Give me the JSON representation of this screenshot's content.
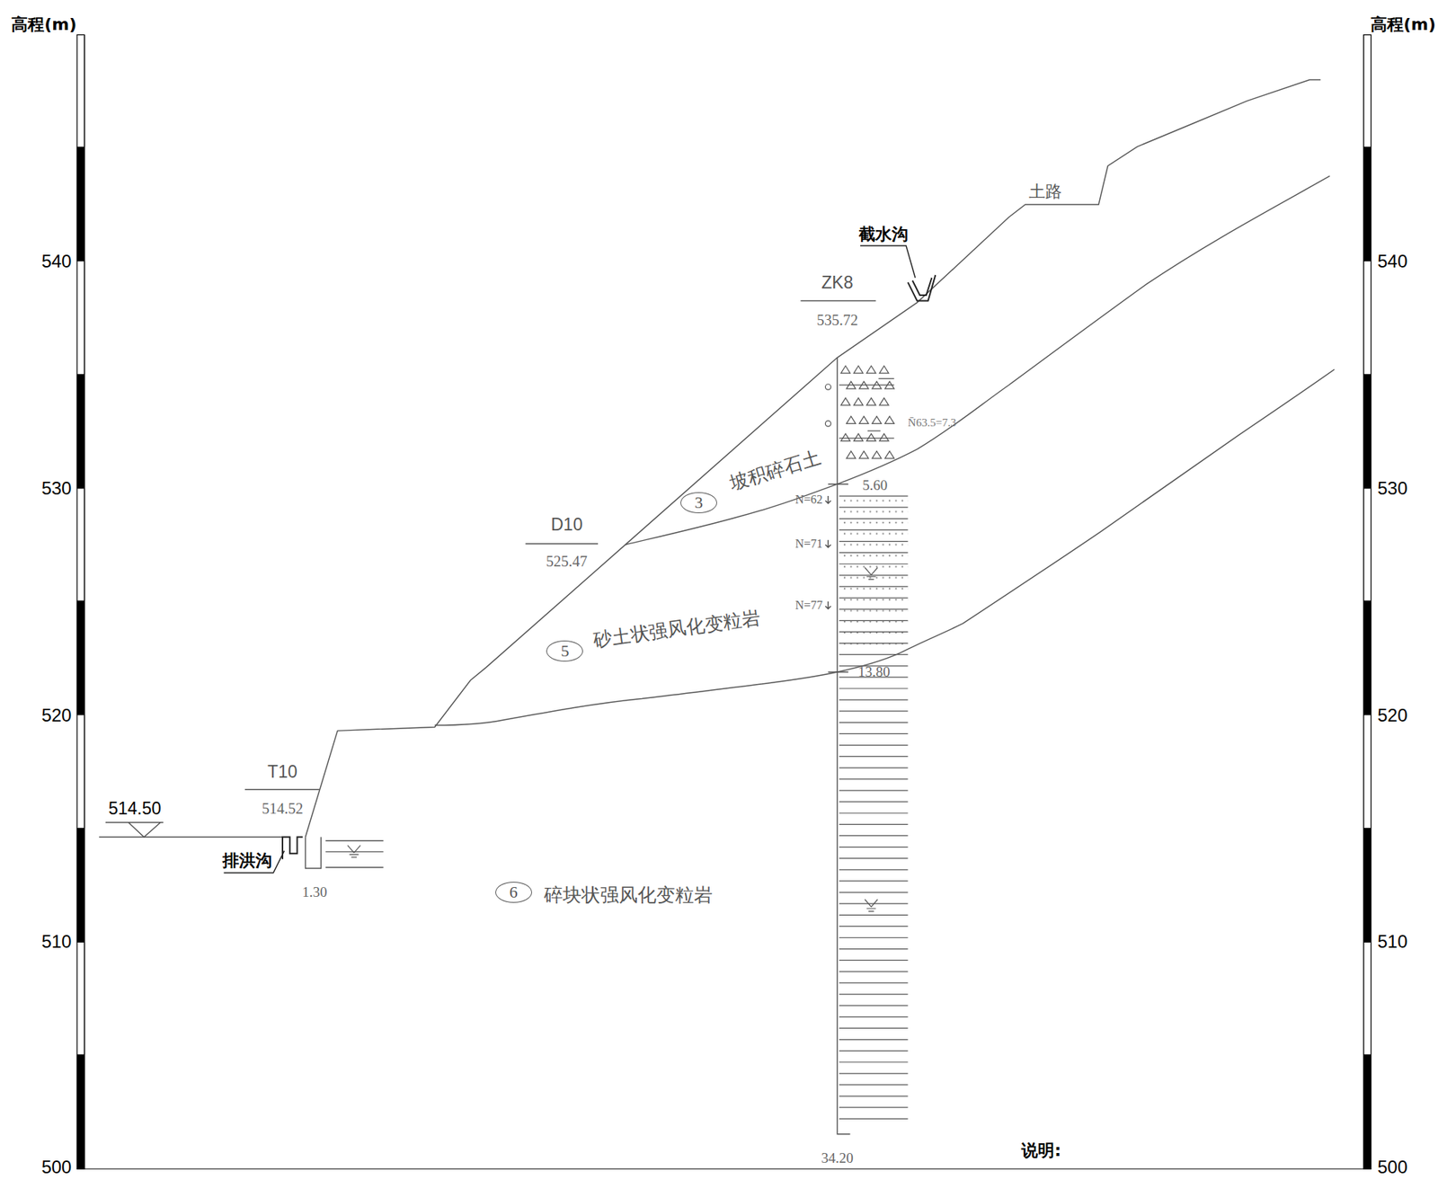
{
  "diagram": {
    "nodes": [
      {
        "text": [
          "3",
          "坡积碎石土"
        ]
      },
      {
        "text": [
          "5",
          "砂土状强风化变粒岩"
        ]
      },
      {
        "text": [
          "6",
          "碎块状强风化变粒岩"
        ]
      }
    ],
    "labels": [
      "高程(m)",
      "高程(m)",
      "540",
      "530",
      "520",
      "510",
      "500",
      "540",
      "530",
      "520",
      "510",
      "500",
      "土路",
      "截水沟",
      "ZK8",
      "535.72",
      "D10",
      "525.47",
      "T10",
      "514.52",
      "514.50",
      "排洪沟",
      "1.30",
      "5.60",
      "13.80",
      "34.20",
      "N=62",
      "N=71",
      "N=77",
      "N̄63.5=7.3",
      "说明:"
    ]
  }
}
